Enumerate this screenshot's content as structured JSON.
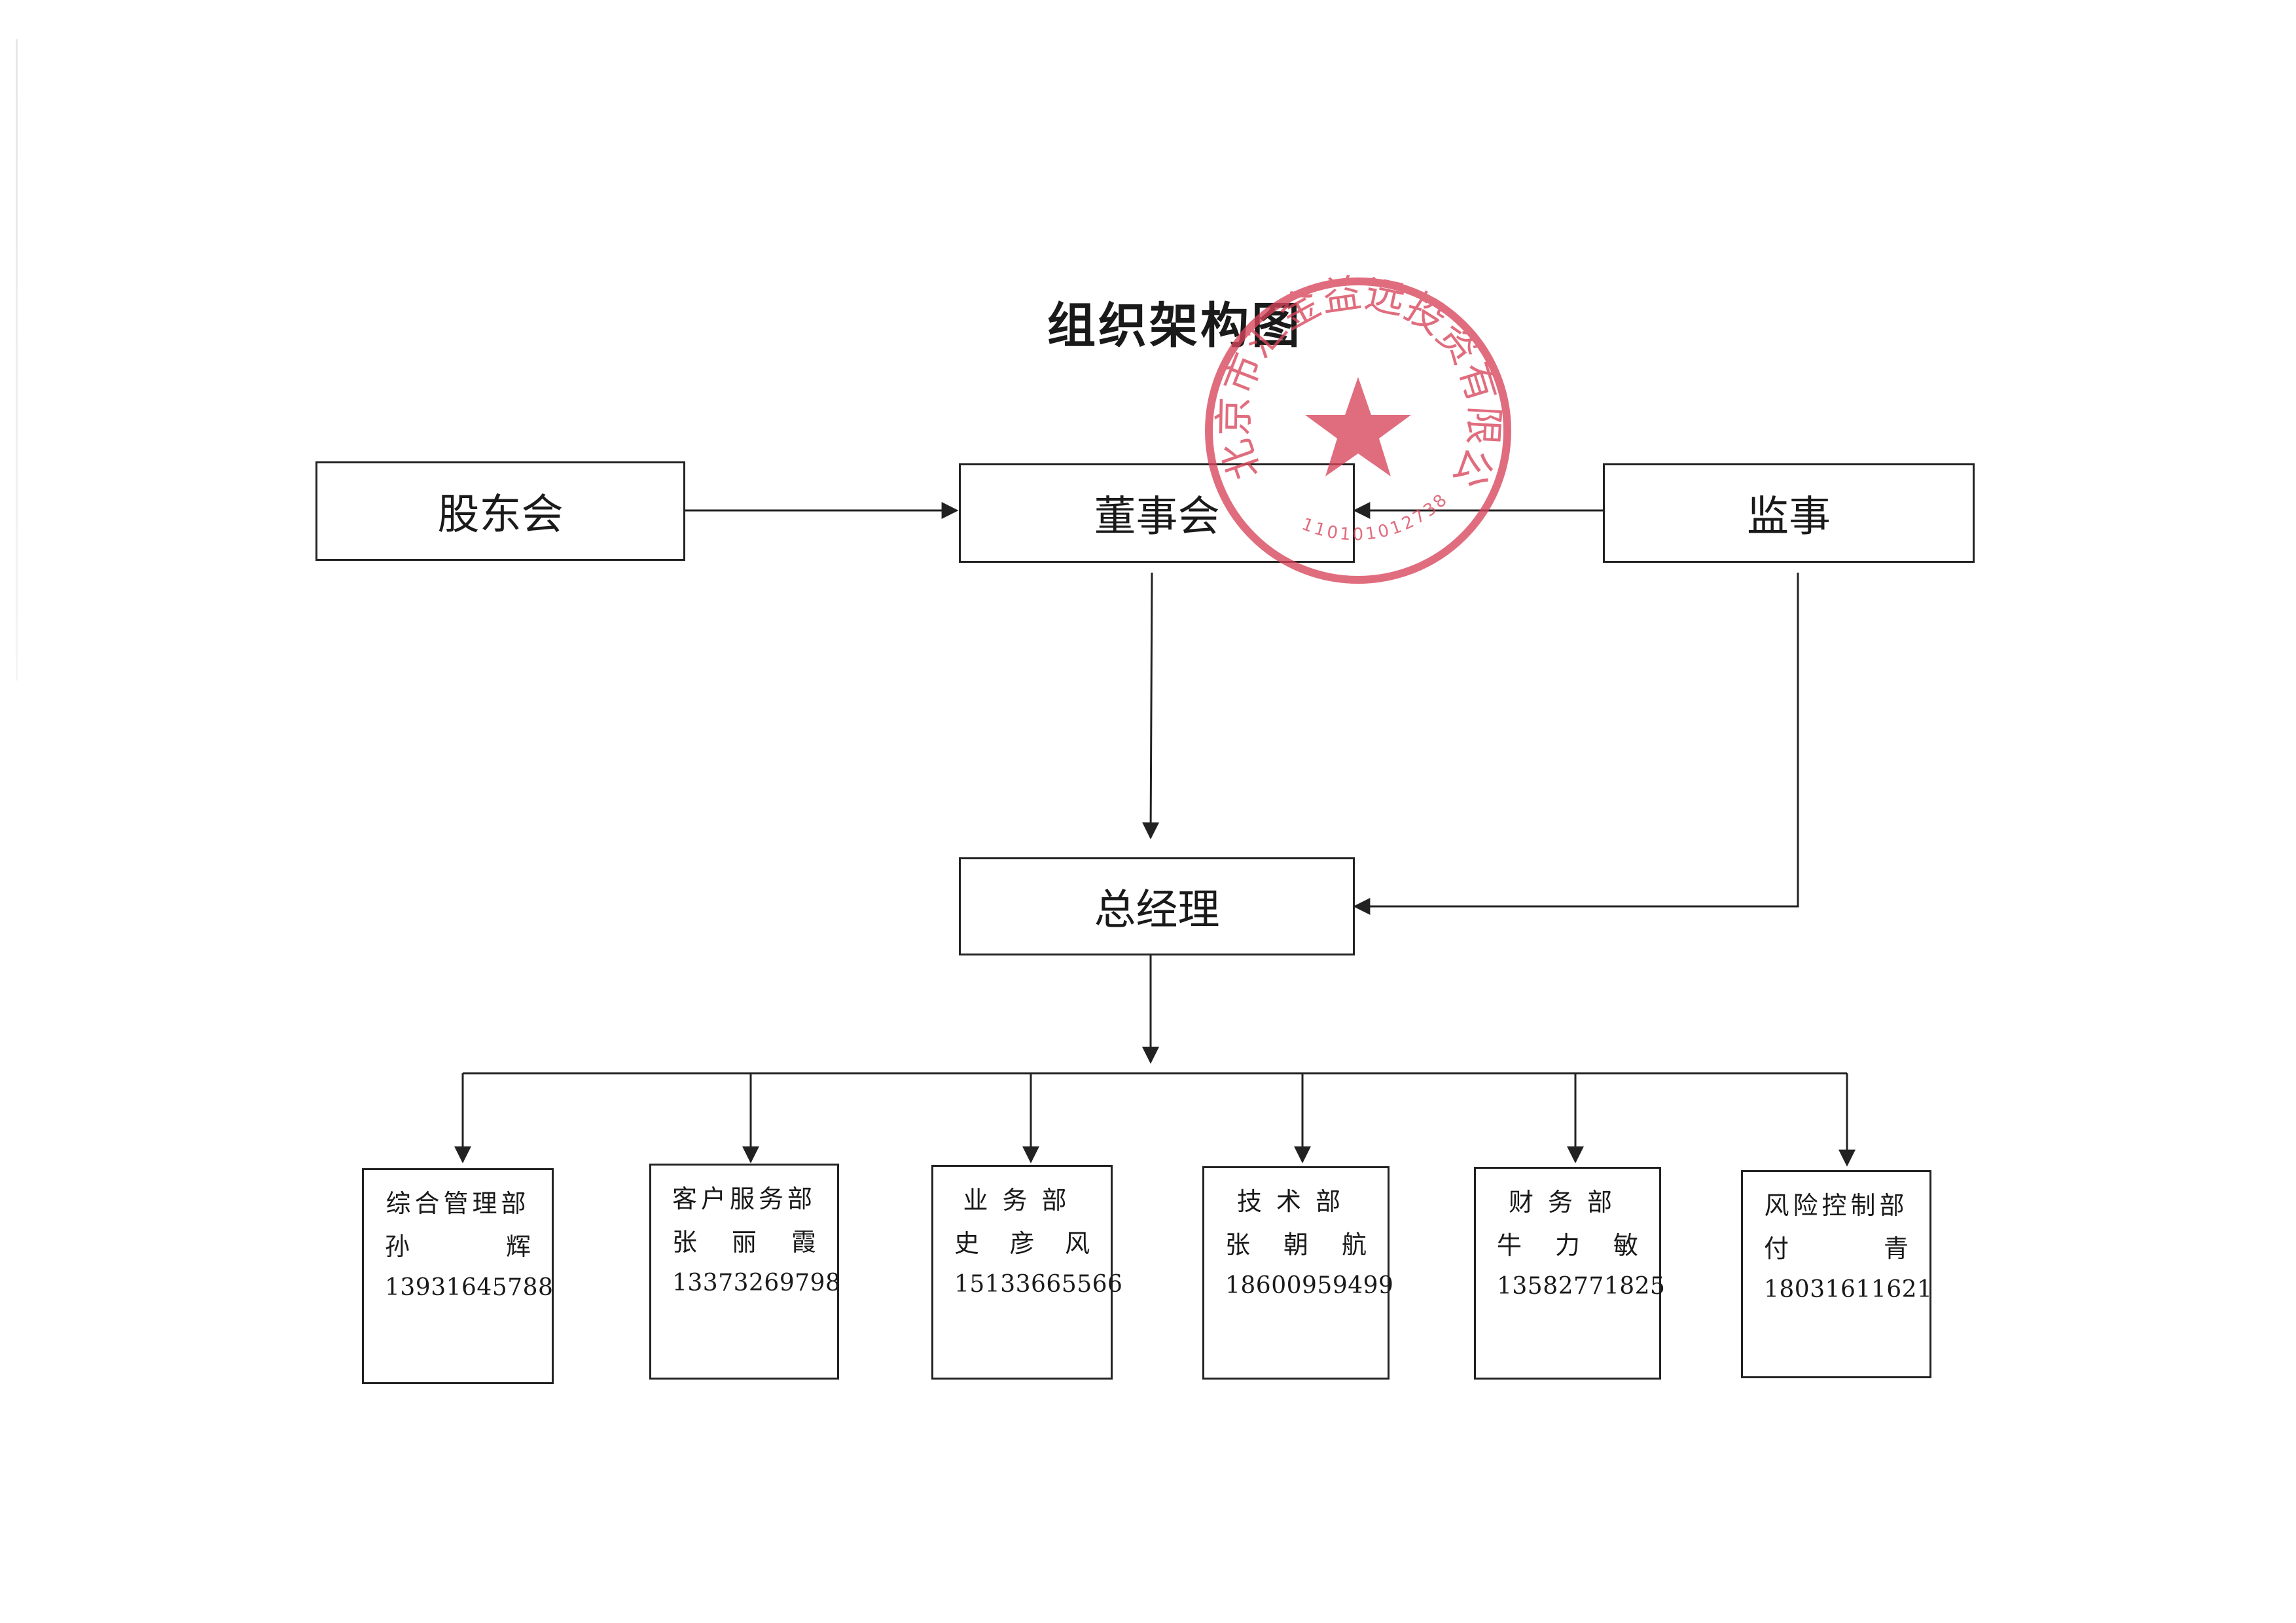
{
  "title": "组织架构图",
  "top": {
    "shareholders": "股东会",
    "board": "董事会",
    "supervisor": "监事",
    "gm": "总经理"
  },
  "departments": [
    {
      "name": "综合管理部",
      "person": [
        "孙",
        "辉"
      ],
      "phone": "13931645788"
    },
    {
      "name": "客户服务部",
      "person": [
        "张",
        "丽",
        "霞"
      ],
      "phone": "13373269798"
    },
    {
      "name": "业务部",
      "person": [
        "史",
        "彦",
        "风"
      ],
      "phone": "15133665566"
    },
    {
      "name": "技术部",
      "person": [
        "张",
        "朝",
        "航"
      ],
      "phone": "18600959499"
    },
    {
      "name": "财务部",
      "person": [
        "牛",
        "力",
        "敏"
      ],
      "phone": "13582771825"
    },
    {
      "name": "风险控制部",
      "person": [
        "付",
        "青"
      ],
      "phone": "18031611621"
    }
  ],
  "seal": {
    "company": "北京市汇金益远投资有限公司",
    "code": "1101010127387",
    "color": "#d8455a"
  }
}
